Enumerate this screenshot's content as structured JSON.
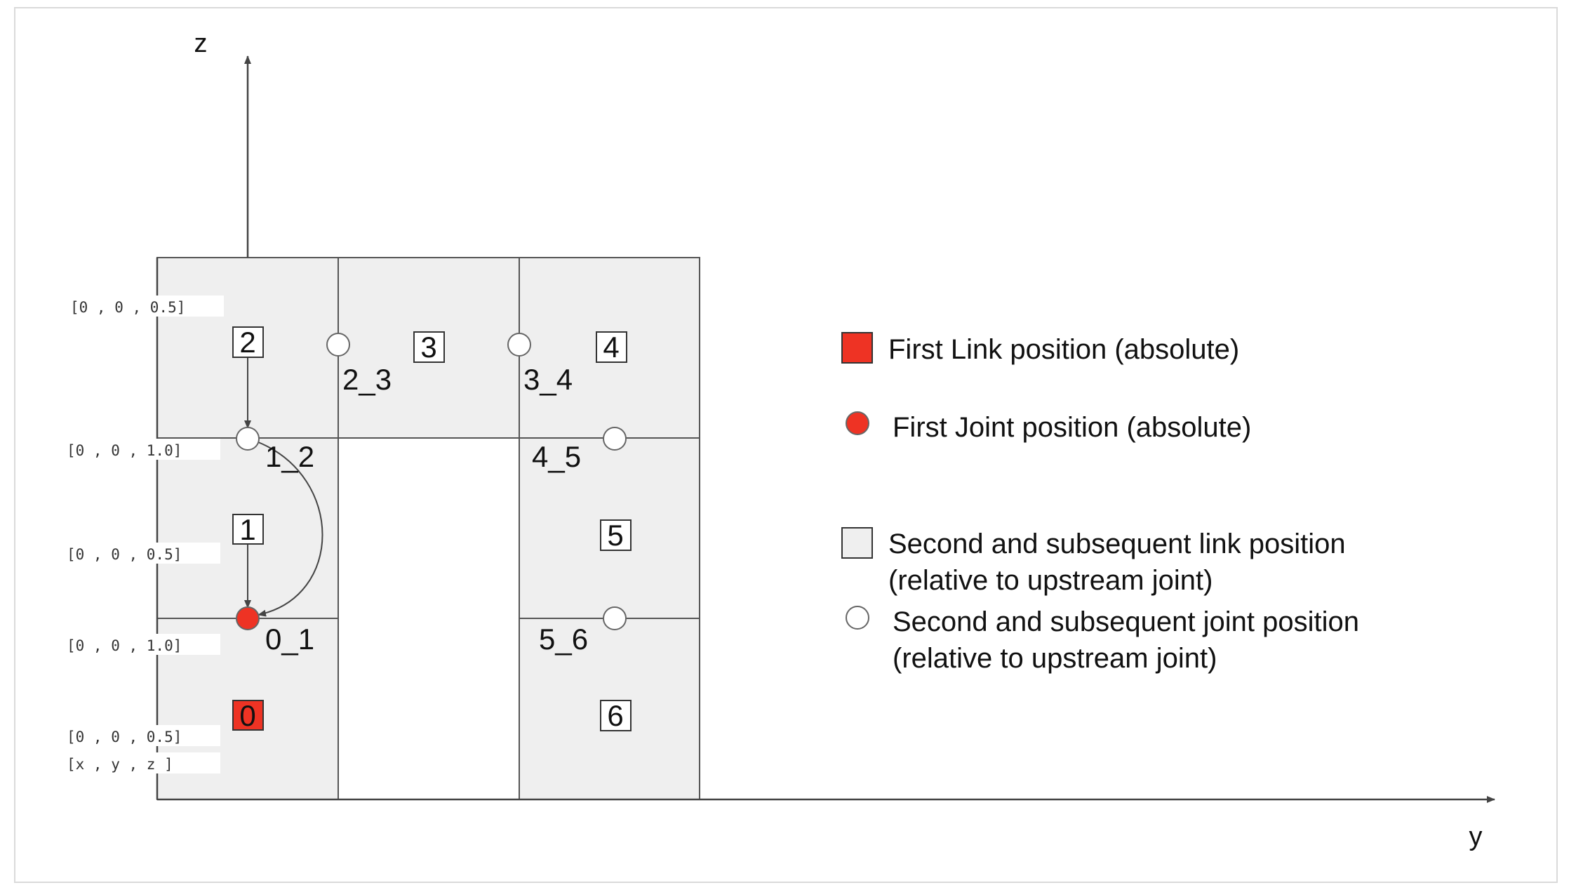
{
  "axes": {
    "vertical_label": "z",
    "horizontal_label": "y"
  },
  "links": [
    {
      "label": "0",
      "first": true
    },
    {
      "label": "1",
      "first": false
    },
    {
      "label": "2",
      "first": false
    },
    {
      "label": "3",
      "first": false
    },
    {
      "label": "4",
      "first": false
    },
    {
      "label": "5",
      "first": false
    },
    {
      "label": "6",
      "first": false
    }
  ],
  "joints": [
    {
      "label": "0_1",
      "first": true
    },
    {
      "label": "1_2",
      "first": false
    },
    {
      "label": "2_3",
      "first": false
    },
    {
      "label": "3_4",
      "first": false
    },
    {
      "label": "4_5",
      "first": false
    },
    {
      "label": "5_6",
      "first": false
    }
  ],
  "coordinate_labels": [
    "[0 , 0 , 0.5]",
    "[0 , 0 , 1.0]",
    "[0 , 0 , 0.5]",
    "[0 , 0 , 1.0]",
    "[0 , 0 , 0.5]",
    "[x , y , z  ]"
  ],
  "legend": {
    "first_link": "First Link position (absolute)",
    "first_joint": "First Joint position (absolute)",
    "subsequent_link_line1": "Second and subsequent link position",
    "subsequent_link_line2": "(relative to upstream joint)",
    "subsequent_joint_line1": "Second and subsequent joint position",
    "subsequent_joint_line2": "(relative to upstream joint)"
  },
  "colors": {
    "first_marker": "#ee3324",
    "cell_fill": "#efefef",
    "outline": "#555555"
  }
}
